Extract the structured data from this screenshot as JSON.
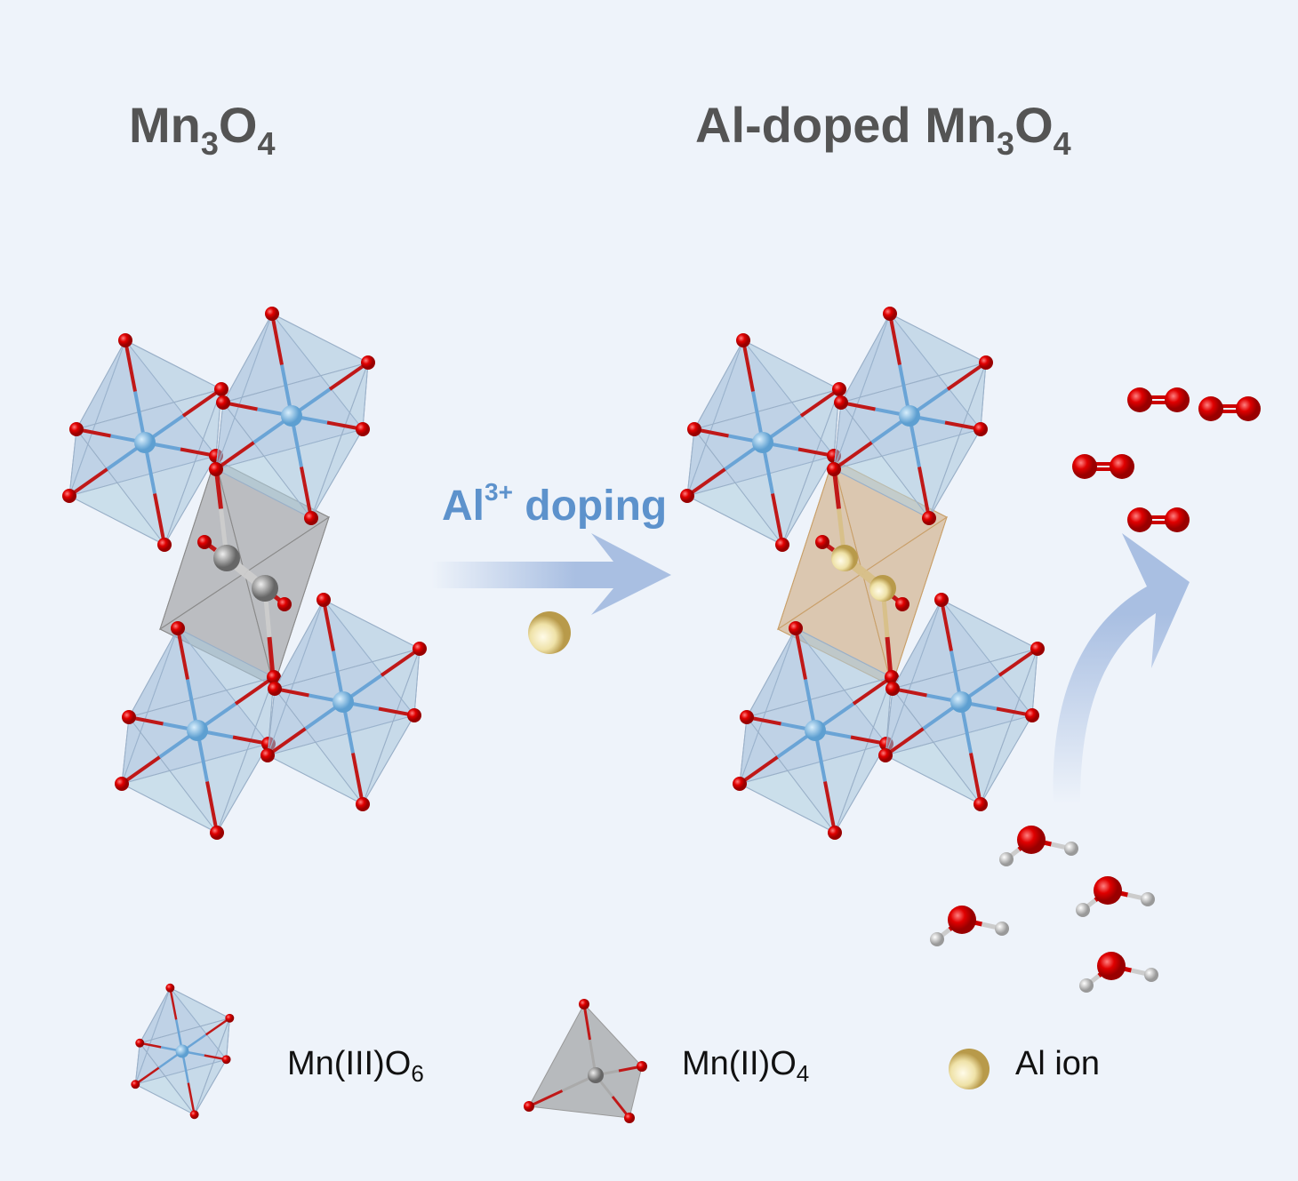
{
  "titles": {
    "left": {
      "main": "Mn",
      "sub1": "3",
      "mid": "O",
      "sub2": "4"
    },
    "right": {
      "prefix": "Al-doped ",
      "main": "Mn",
      "sub1": "3",
      "mid": "O",
      "sub2": "4"
    }
  },
  "doping_label": {
    "main": "Al",
    "sup": "3+",
    "rest": " doping"
  },
  "legend": [
    {
      "main": "Mn(III)O",
      "sub": "6"
    },
    {
      "main": "Mn(II)O",
      "sub": "4"
    },
    {
      "main": "Al ion",
      "sub": ""
    }
  ],
  "colors": {
    "background": "#eef3fa",
    "octahedron": "#9fbad6",
    "tetrahedron_undoped": "#8a8a8a",
    "tetrahedron_doped": "#c9a06a",
    "oxygen": "#e00000",
    "manganese": "#8ec3ea",
    "al_ion": "#efe2a8",
    "arrow": "#a9bfe2"
  }
}
